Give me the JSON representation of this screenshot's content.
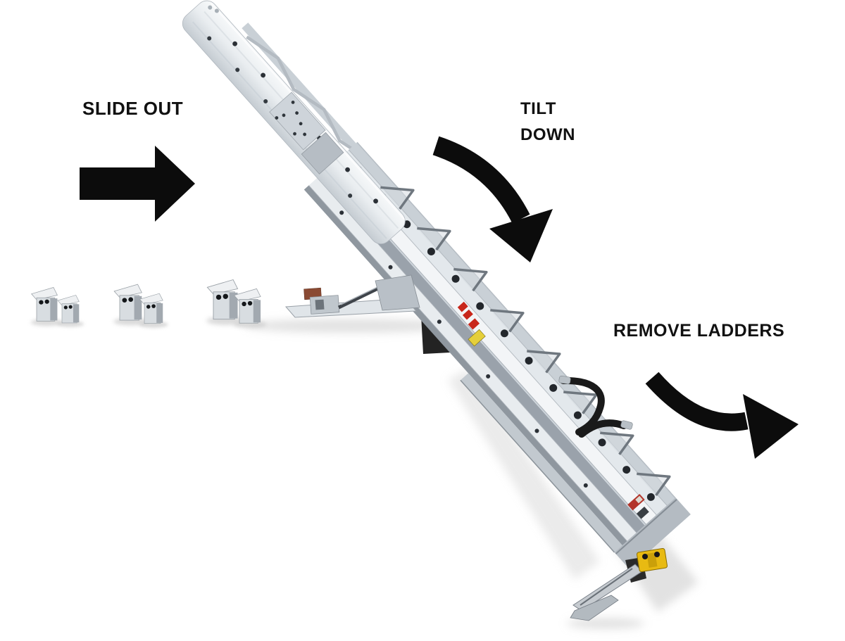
{
  "labels": {
    "slide_out": "SLIDE OUT",
    "tilt": "TILT",
    "down": "DOWN",
    "remove_ladders": "REMOVE LADDERS"
  },
  "icons": {
    "slide_arrow": "straight-right-arrow",
    "tilt_arrow": "curved-down-right-arrow",
    "remove_arrow": "curved-swoosh-right-arrow"
  },
  "illustration": {
    "subject": "van ladder rack tilted down with slide-out extension, mounting base, clamp hardware pairs, rubber retaining hooks and yellow release latch"
  },
  "colors": {
    "background": "#ffffff",
    "ink": "#0c0c0c",
    "text_color": "#111111",
    "rack_white": "#f3f5f7",
    "rack_light": "#e3e8ec",
    "rack_mid": "#c9d0d6",
    "rack_gray": "#9aa2ab",
    "rack_dark": "#6f777f",
    "hole": "#23272c",
    "bracket": "#232323",
    "rubber": "#1a1a1a",
    "latch_yellow": "#e8ba12",
    "sticker_red": "#c8271b",
    "sticker_yellow": "#e5cf3a",
    "shadow": "#c6c6c6",
    "rust": "#8a4a33"
  }
}
